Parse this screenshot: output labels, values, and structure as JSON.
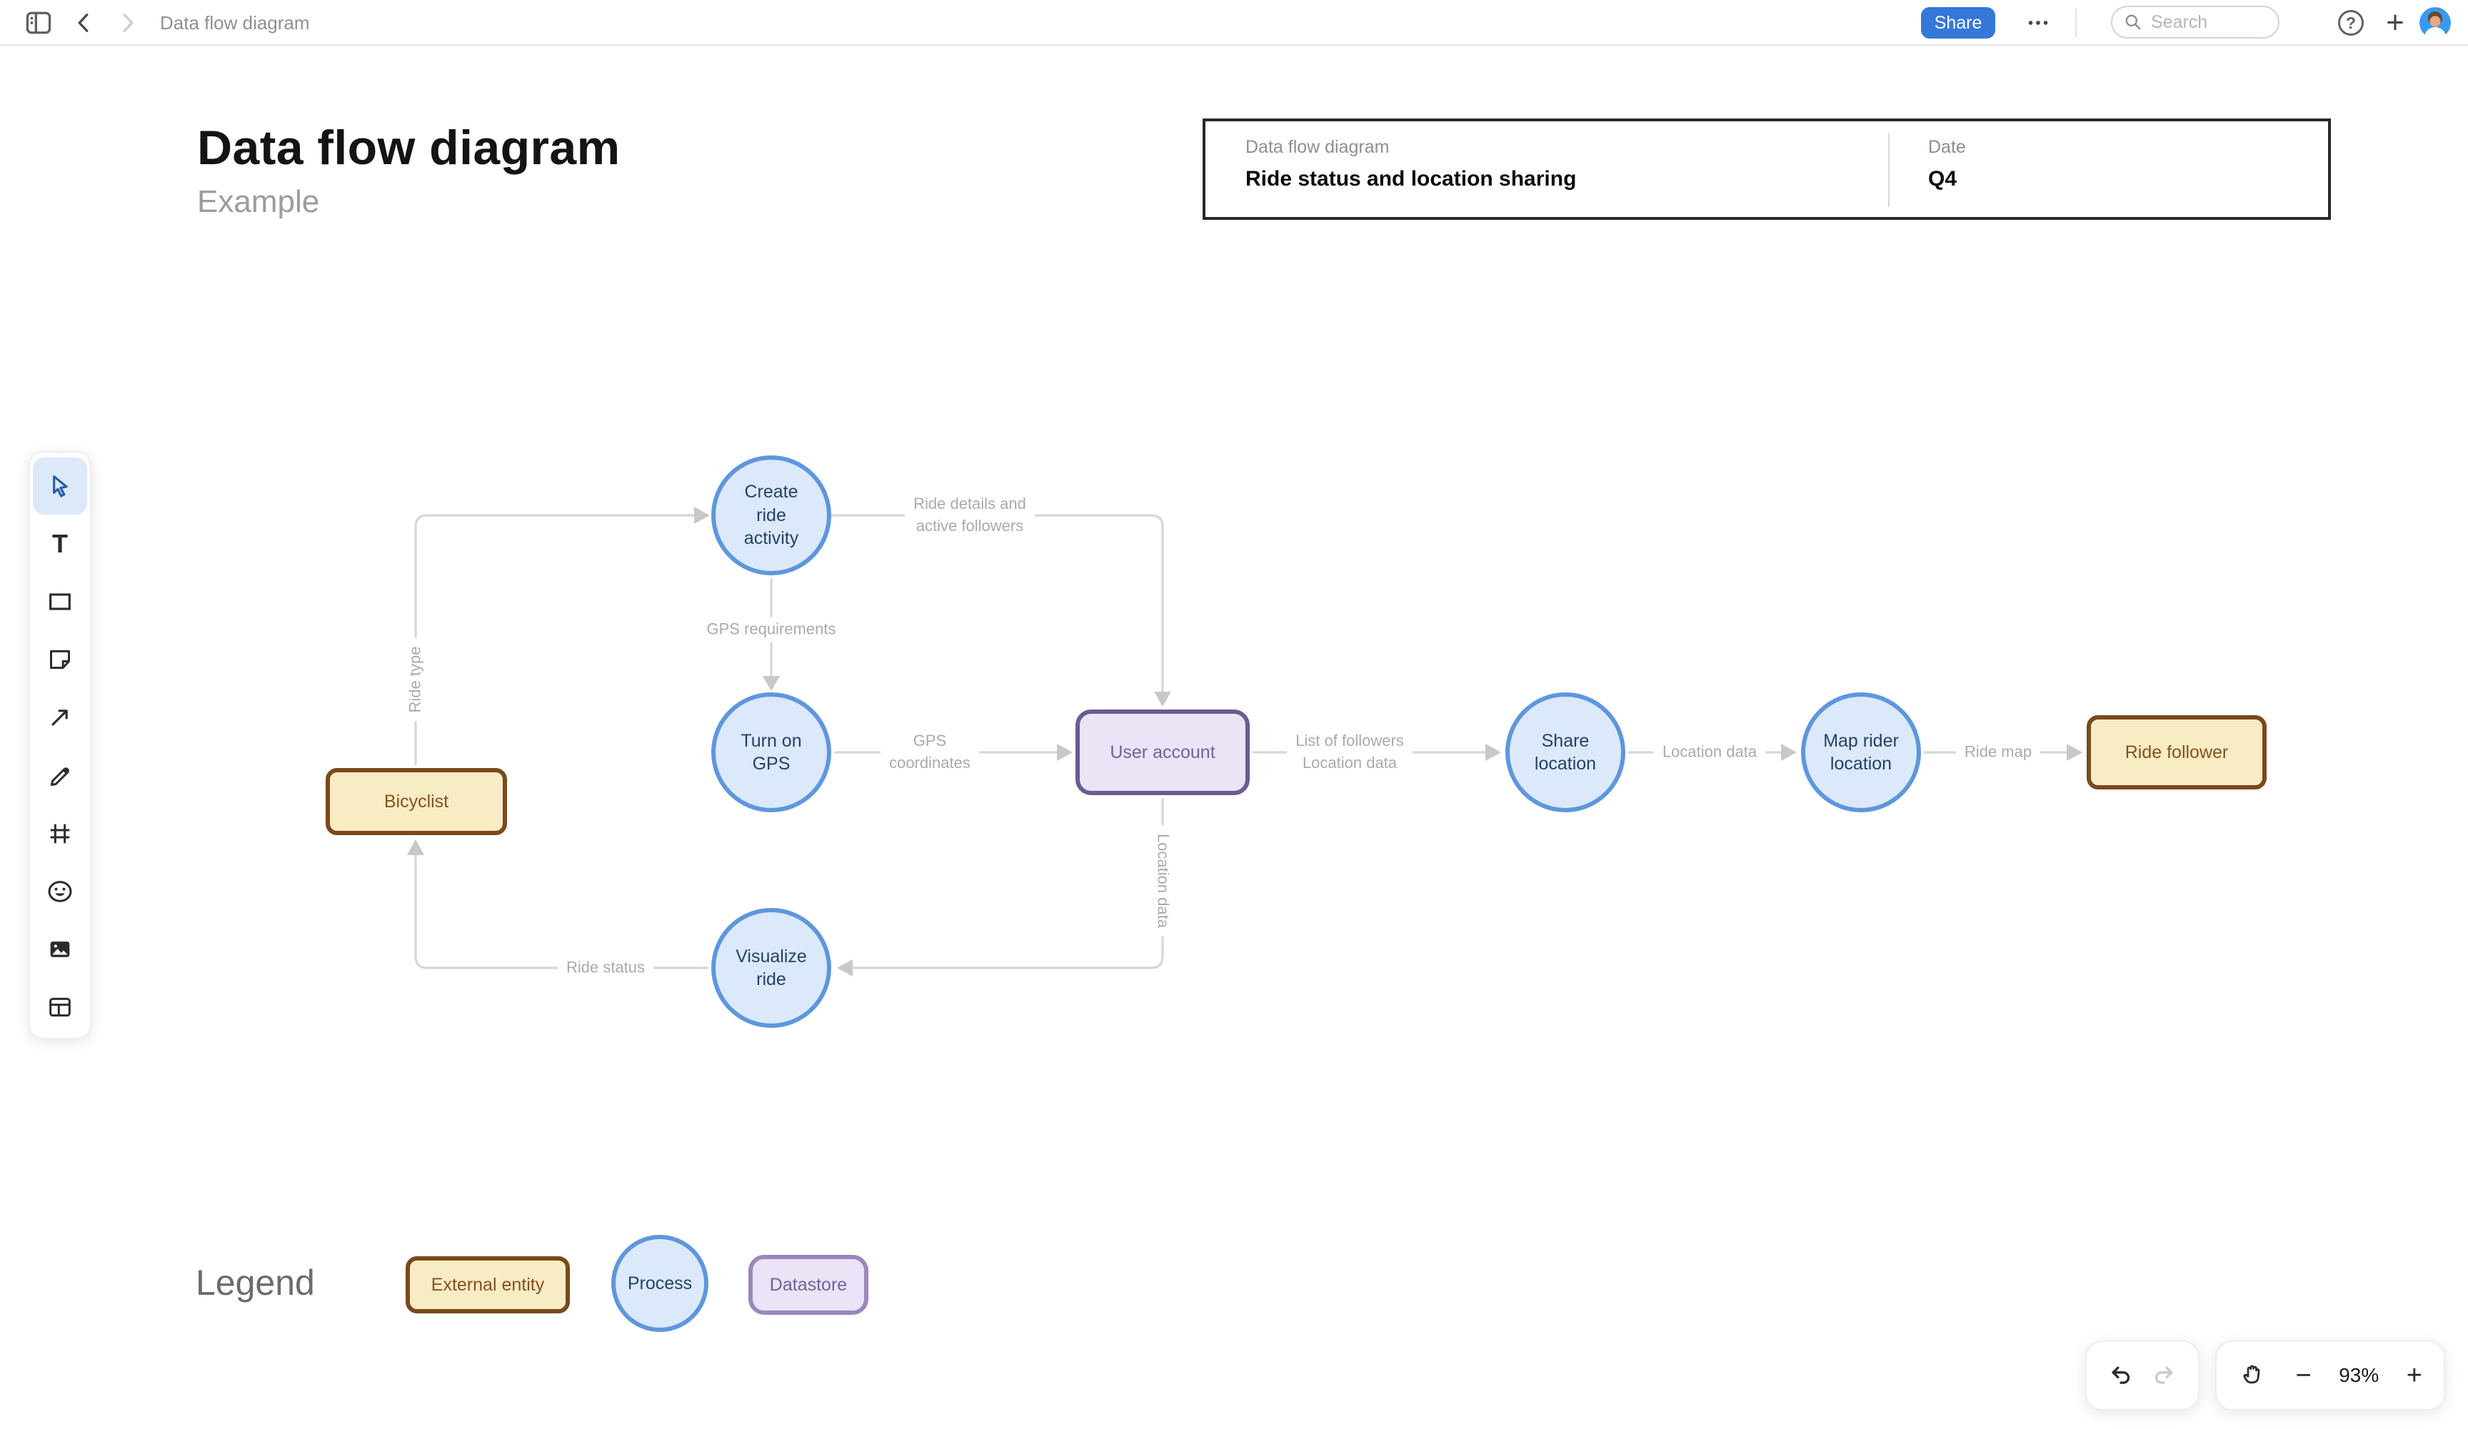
{
  "toolbar": {
    "title": "Data flow diagram",
    "share_label": "Share",
    "search_placeholder": "Search",
    "help_glyph": "?",
    "plus_glyph": "+"
  },
  "doc": {
    "title": "Data flow diagram",
    "subtitle": "Example"
  },
  "info_box": {
    "name_label": "Data flow diagram",
    "name_value": "Ride status and location sharing",
    "date_label": "Date",
    "date_value": "Q4"
  },
  "diagram": {
    "nodes": {
      "bicyclist": {
        "label": "Bicyclist",
        "type": "external entity"
      },
      "create_ride": {
        "label": "Create\nride\nactivity",
        "type": "process"
      },
      "turn_on_gps": {
        "label": "Turn on\nGPS",
        "type": "process"
      },
      "user_account": {
        "label": "User account",
        "type": "datastore"
      },
      "visualize_ride": {
        "label": "Visualize\nride",
        "type": "process"
      },
      "share_location": {
        "label": "Share\nlocation",
        "type": "process"
      },
      "map_rider_location": {
        "label": "Map rider\nlocation",
        "type": "process"
      },
      "ride_follower": {
        "label": "Ride follower",
        "type": "external entity"
      }
    },
    "edges": {
      "ride_type": "Ride type",
      "gps_requirements": "GPS requirements",
      "ride_details": "Ride details and\nactive followers",
      "gps_coordinates": "GPS\ncoordinates",
      "list_of_followers": "List of followers\nLocation data",
      "location_data": "Location data",
      "ride_map": "Ride map",
      "location_data_vertical": "Location data",
      "ride_status": "Ride status"
    }
  },
  "legend": {
    "title": "Legend",
    "external_entity": "External entity",
    "process": "Process",
    "datastore": "Datastore"
  },
  "controls": {
    "zoom_level": "93%",
    "minus_glyph": "−",
    "plus_glyph": "+"
  },
  "colors": {
    "accent": "#3478d8",
    "process_fill": "#dbe9fa",
    "process_border": "#5e96dd",
    "process_text": "#24426b",
    "external_fill": "#f7ecc4",
    "external_border": "#7a481c",
    "external_text": "#8a4f22",
    "datastore_fill": "#ebe3f6",
    "datastore_border": "#6b5b8e",
    "datastore_text": "#75619b",
    "connector_line": "#d7d7d7",
    "connector_label": "#a7aaae"
  }
}
